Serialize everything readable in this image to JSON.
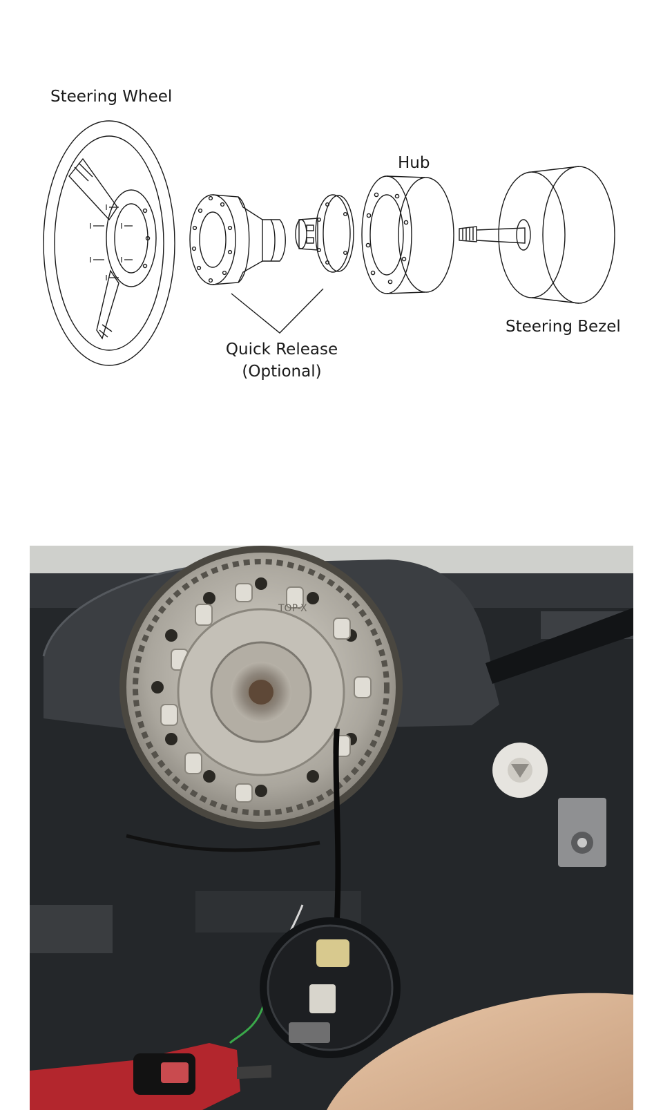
{
  "diagram": {
    "labels": {
      "steering_wheel": "Steering Wheel",
      "hub": "Hub",
      "quick_release": "Quick Release",
      "quick_release_note": "(Optional)",
      "steering_bezel": "Steering Bezel"
    }
  },
  "photo": {
    "stamp_text": "TOP-X"
  },
  "colors": {
    "line_art": "#1a1a1a",
    "hub_ring": "#b9b6ad",
    "dashboard": "#2a2c2f",
    "drill_red": "#b3262d"
  }
}
